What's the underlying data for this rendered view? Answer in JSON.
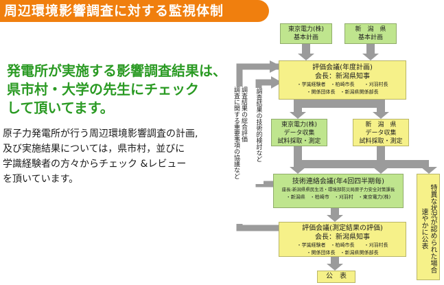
{
  "title": "周辺環境影響調査に対する監視体制",
  "headline": [
    "発電所が実施する影響調査結果は、",
    "県市村・大学の先生にチェック",
    "して頂いてます。"
  ],
  "body_lines": [
    "原子力発電所が行う周辺環境影響調査の計画,",
    "及び実施結果については，県市村，並びに",
    "学識経験者の方々からチェック &レビュー",
    "を頂いています。"
  ],
  "diagram": {
    "tepco_plan": [
      "東京電力(株)",
      "基本計画"
    ],
    "pref_plan": [
      "新　潟　県",
      "基本計画"
    ],
    "eval_meeting_1": {
      "title": "評価会議(年度計画)",
      "chair": "会長：新潟県知事",
      "members": [
        "・学識経験者　・柏崎市長　　・刈羽村長",
        "・関係団体長　・新潟県関係部長"
      ]
    },
    "tepco_data": [
      "東京電力(株)",
      "データ収集",
      "試料採取・測定"
    ],
    "pref_data": [
      "新　潟　県",
      "データ収集",
      "試料採取・測定"
    ],
    "tech_meeting": {
      "title": "技術連絡会議(年4回四半期毎)",
      "line1": "座長:新潟県県民生活・環境部防災局原子力安全対策課長",
      "line2": "・新潟県　・柏崎市　・刈羽村　・東京電力(株)"
    },
    "eval_meeting_2": {
      "title": "評価会議(測定結果の評価)",
      "chair": "会長：新潟県知事",
      "members": [
        "・学識経験者　・柏崎市長　　・刈羽村長",
        "・関係団体長　・新潟県関係部長"
      ]
    },
    "publish": "公　表",
    "feedback_top": "調査結果の技術的検討など",
    "feedback_left": [
      "調査結果の総合評価",
      "調査に関する重要事項の協議など"
    ],
    "special_report": [
      "特異な状況が認められた場合",
      "速やかに公表"
    ]
  }
}
